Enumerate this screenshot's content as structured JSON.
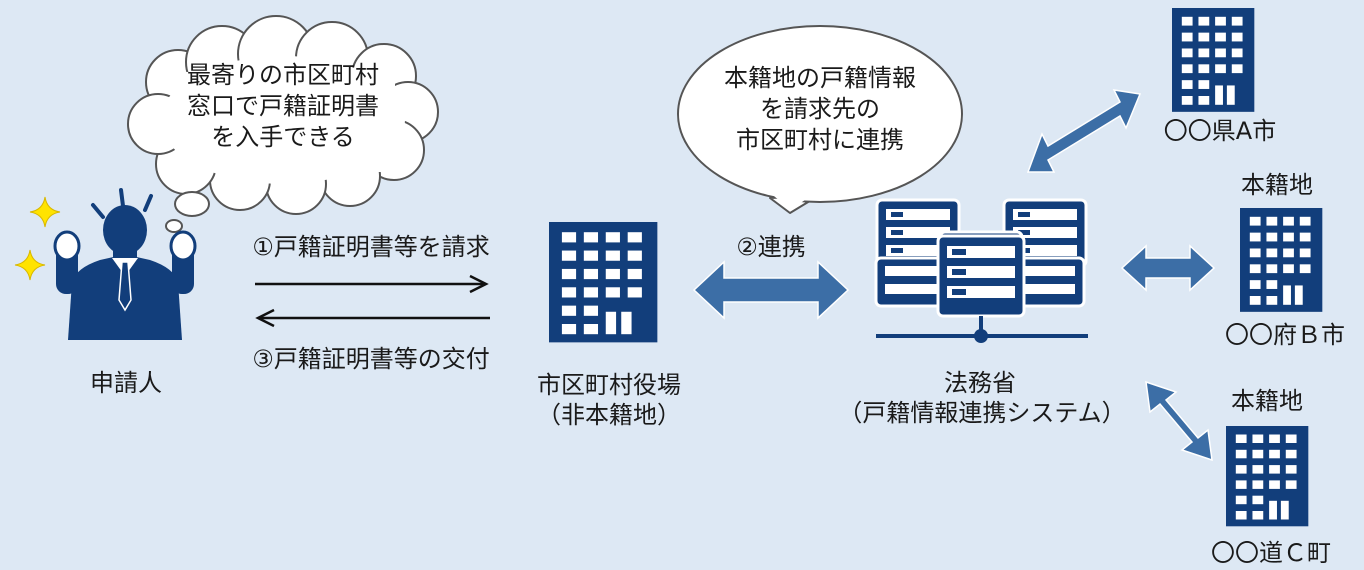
{
  "colors": {
    "background": "#dde8f4",
    "icon_navy": "#123e7b",
    "double_arrow": "#3c6ea6",
    "bubble_fill": "#ffffff",
    "sparkle": "#ffe300",
    "text": "#1a1a1a"
  },
  "thought_bubble": {
    "lines": [
      "最寄りの市区町村",
      "窓口で戸籍証明書",
      "を入手できる"
    ]
  },
  "speech_bubble": {
    "lines": [
      "本籍地の戸籍情報",
      "を請求先の",
      "市区町村に連携"
    ]
  },
  "applicant": {
    "label": "申請人",
    "icon": "person-surprised-icon"
  },
  "step1_label": "①戸籍証明書等を請求",
  "step3_label": "③戸籍証明書等の交付",
  "step2_label": "②連携",
  "municipal_office": {
    "label": "市区町村役場",
    "sublabel": "（非本籍地）",
    "icon": "building-icon"
  },
  "ministry": {
    "label": "法務省",
    "sublabel": "（戸籍情報連携システム）",
    "icon": "server-stack-icon"
  },
  "honseki_label": "本籍地",
  "cities": [
    {
      "name": "〇〇県A市",
      "icon": "building-icon"
    },
    {
      "name": "〇〇府Ｂ市",
      "icon": "building-icon"
    },
    {
      "name": "〇〇道Ｃ町",
      "icon": "building-icon"
    }
  ]
}
